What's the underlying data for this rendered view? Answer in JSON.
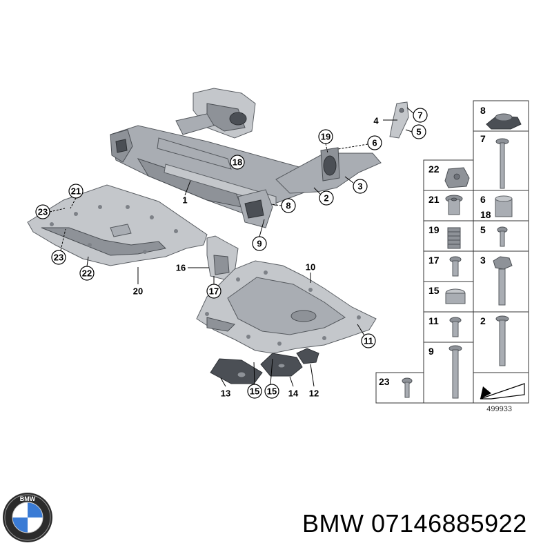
{
  "callouts": [
    {
      "n": "1",
      "circled": false
    },
    {
      "n": "2",
      "circled": true
    },
    {
      "n": "3",
      "circled": true
    },
    {
      "n": "4",
      "circled": false
    },
    {
      "n": "5",
      "circled": true
    },
    {
      "n": "6",
      "circled": true
    },
    {
      "n": "7",
      "circled": true
    },
    {
      "n": "8",
      "circled": true
    },
    {
      "n": "9",
      "circled": true
    },
    {
      "n": "10",
      "circled": false
    },
    {
      "n": "11",
      "circled": true
    },
    {
      "n": "12",
      "circled": false
    },
    {
      "n": "13",
      "circled": false
    },
    {
      "n": "14",
      "circled": false
    },
    {
      "n": "15",
      "circled": true
    },
    {
      "n": "15",
      "circled": true
    },
    {
      "n": "16",
      "circled": false
    },
    {
      "n": "17",
      "circled": true
    },
    {
      "n": "18",
      "circled": true
    },
    {
      "n": "19",
      "circled": true
    },
    {
      "n": "20",
      "circled": false
    },
    {
      "n": "21",
      "circled": true
    },
    {
      "n": "22",
      "circled": true
    },
    {
      "n": "23",
      "circled": true
    },
    {
      "n": "23",
      "circled": true
    }
  ],
  "parts_grid": [
    {
      "n": "8",
      "name": "rubber-mount"
    },
    {
      "n": "7",
      "name": "long-bolt"
    },
    {
      "n": "22",
      "name": "clip-nut"
    },
    {
      "n": "21",
      "name": "spacer-sleeve"
    },
    {
      "n": "6",
      "name": "bushing-sleeve"
    },
    {
      "n": "18",
      "name": "bushing-sleeve"
    },
    {
      "n": "19",
      "name": "spring-bushing"
    },
    {
      "n": "5",
      "name": "small-bolt"
    },
    {
      "n": "17",
      "name": "flange-bolt"
    },
    {
      "n": "3",
      "name": "large-bolt"
    },
    {
      "n": "15",
      "name": "plug"
    },
    {
      "n": "11",
      "name": "flange-bolt"
    },
    {
      "n": "2",
      "name": "long-bolt"
    },
    {
      "n": "9",
      "name": "long-bolt"
    },
    {
      "n": "23",
      "name": "small-bolt"
    }
  ],
  "diagram_number": "499933",
  "brand": "BMW",
  "part_number": "07146885922",
  "footer_text": "BMW 07146885922"
}
